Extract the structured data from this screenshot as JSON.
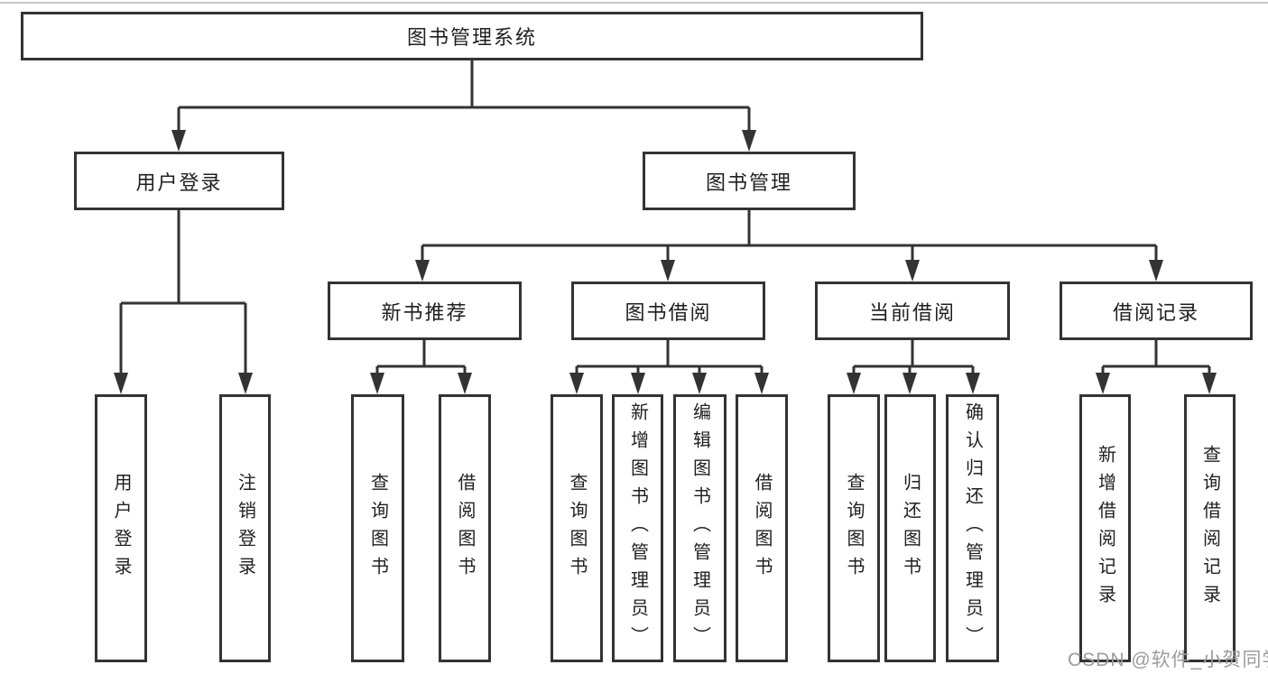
{
  "diagram": {
    "root": {
      "label": "图书管理系统"
    },
    "branches": {
      "user_login": {
        "label": "用户登录",
        "children": [
          {
            "label": "用户登录"
          },
          {
            "label": "注销登录"
          }
        ]
      },
      "book_mgmt": {
        "label": "图书管理",
        "children": [
          {
            "label": "新书推荐",
            "children": [
              {
                "label": "查询图书"
              },
              {
                "label": "借阅图书"
              }
            ]
          },
          {
            "label": "图书借阅",
            "children": [
              {
                "label": "查询图书"
              },
              {
                "label": "新增图书（管理员）"
              },
              {
                "label": "编辑图书（管理员）"
              },
              {
                "label": "借阅图书"
              }
            ]
          },
          {
            "label": "当前借阅",
            "children": [
              {
                "label": "查询图书"
              },
              {
                "label": "归还图书"
              },
              {
                "label": "确认归还（管理员）"
              }
            ]
          },
          {
            "label": "借阅记录",
            "children": [
              {
                "label": "新增借阅记录"
              },
              {
                "label": "查询借阅记录"
              }
            ]
          }
        ]
      }
    }
  },
  "watermark": {
    "text": "CSDN @软件_小贺同学"
  },
  "colors": {
    "line": "#333333",
    "box_background": "#ffffff",
    "text": "#1f1f1f",
    "watermark": "#9c9c9c",
    "background": "#ffffff"
  }
}
